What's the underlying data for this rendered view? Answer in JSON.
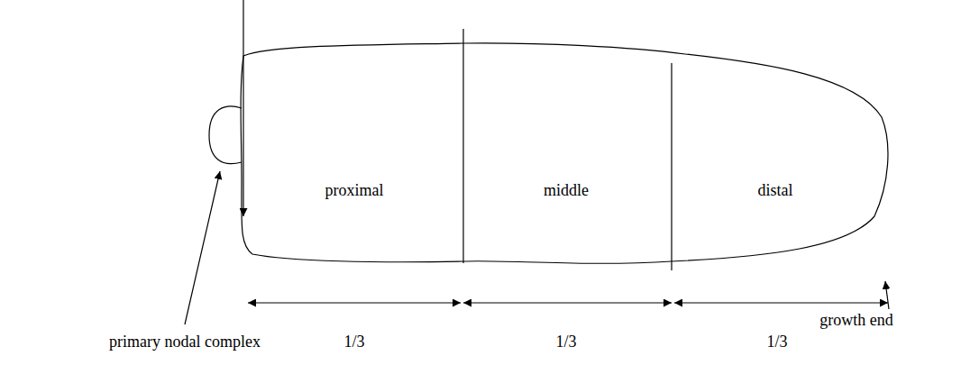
{
  "diagram": {
    "labels": [
      "proximal",
      "middle",
      "distal",
      "primary nodal complex",
      "growth end",
      "1/3",
      "1/3",
      "1/3"
    ]
  }
}
